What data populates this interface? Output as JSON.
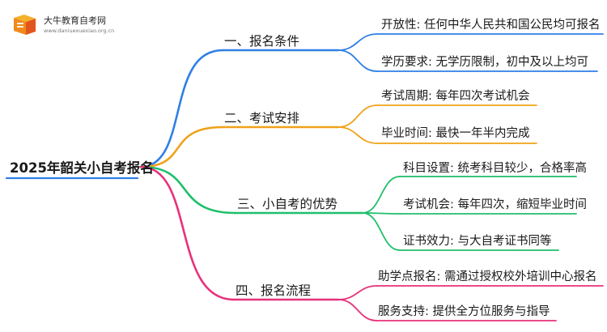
{
  "logo": {
    "title": "大牛教育自考网",
    "url": "www.daniuexuexiao.org.cn"
  },
  "root": {
    "label": "2025年韶关小自考报名"
  },
  "colors": {
    "blue": "#2f7fe6",
    "orange": "#f0a21a",
    "green": "#1fbf6b",
    "pink": "#e8317a",
    "root_line": "#2f7fe6"
  },
  "branches": [
    {
      "label": "一、报名条件",
      "color": "blue",
      "leaves": [
        {
          "label": "开放性",
          "sep": ": ",
          "value": "任何中华人民共和国公民均可报名"
        },
        {
          "label": "学历要求",
          "sep": ": ",
          "value": "无学历限制，初中及以上均可"
        }
      ]
    },
    {
      "label": "二、考试安排",
      "color": "orange",
      "leaves": [
        {
          "label": "考试周期",
          "sep": ": ",
          "value": "每年四次考试机会"
        },
        {
          "label": "毕业时间",
          "sep": ": ",
          "value": "最快一年半内完成"
        }
      ]
    },
    {
      "label": "三、小自考的优势",
      "color": "green",
      "leaves": [
        {
          "label": "科目设置",
          "sep": ": ",
          "value": "统考科目较少，合格率高"
        },
        {
          "label": "考试机会",
          "sep": ": ",
          "value": "每年四次，缩短毕业时间"
        },
        {
          "label": "证书效力",
          "sep": ": ",
          "value": "与大自考证书同等"
        }
      ]
    },
    {
      "label": "四、报名流程",
      "color": "pink",
      "leaves": [
        {
          "label": "助学点报名",
          "sep": ": ",
          "value": "需通过授权校外培训中心报名"
        },
        {
          "label": "服务支持",
          "sep": ": ",
          "value": "提供全方位服务与指导"
        }
      ]
    }
  ]
}
